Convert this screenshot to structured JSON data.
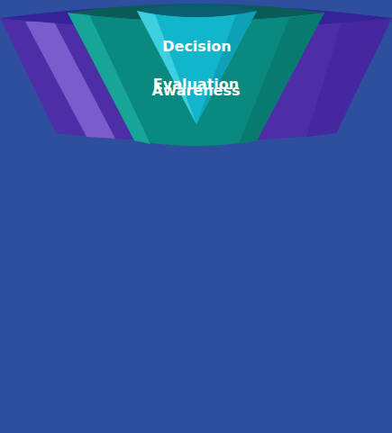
{
  "diagram": {
    "nodes": [
      {
        "text": [
          "Awareness"
        ]
      },
      {
        "text": [
          "Evaluation"
        ]
      },
      {
        "text": [
          "Decision"
        ]
      }
    ]
  }
}
